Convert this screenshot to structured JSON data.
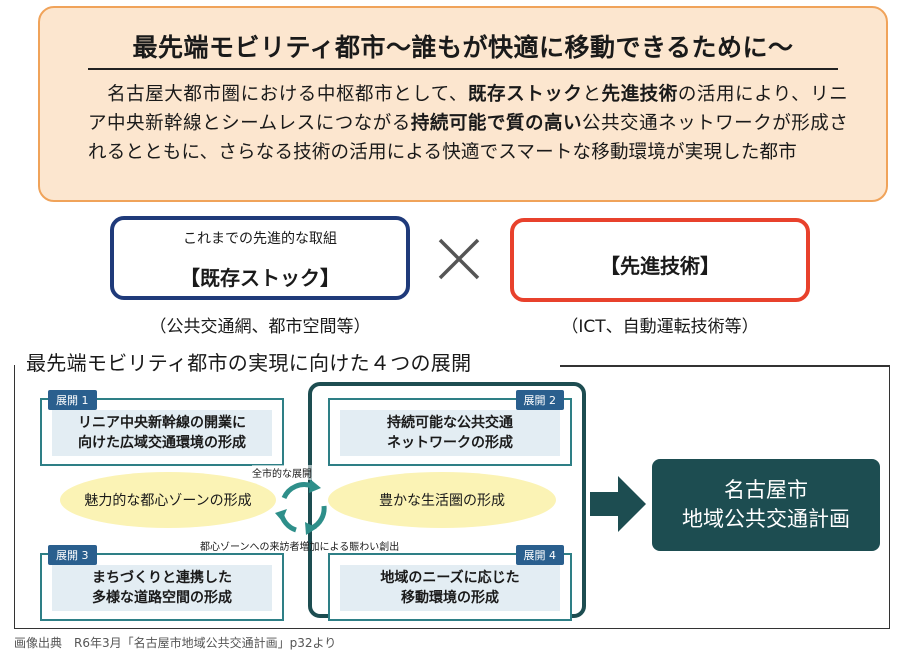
{
  "vision": {
    "title": "最先端モビリティ都市～誰もが快適に移動できるために～",
    "body_segments": [
      {
        "text": "　名古屋大都市圏における中枢都市として、",
        "bold": false
      },
      {
        "text": "既存ストック",
        "bold": true
      },
      {
        "text": "と",
        "bold": false
      },
      {
        "text": "先進技術",
        "bold": true
      },
      {
        "text": "の活用により、リニア中央新幹線とシームレスにつながる",
        "bold": false
      },
      {
        "text": "持続可能で質の高い",
        "bold": true
      },
      {
        "text": "公共交通ネットワークが形成されるとともに、さらなる技術の活用による快適でスマートな移動環境が実現した都市",
        "bold": false
      }
    ]
  },
  "stock": {
    "sub": "これまでの先進的な取組",
    "main": "【既存ストック】",
    "caption": "（公共交通網、都市空間等）"
  },
  "tech": {
    "main": "【先進技術】",
    "caption": "（ICT、自動運転技術等）"
  },
  "section_title": "最先端モビリティ都市の実現に向けた４つの展開",
  "developments": [
    {
      "tag": "展開 1",
      "line1": "リニア中央新幹線の開業に",
      "line2": "向けた広域交通環境の形成"
    },
    {
      "tag": "展開 2",
      "line1": "持続可能な公共交通",
      "line2": "ネットワークの形成"
    },
    {
      "tag": "展開 3",
      "line1": "まちづくりと連携した",
      "line2": "多様な道路空間の形成"
    },
    {
      "tag": "展開 4",
      "line1": "地域のニーズに応じた",
      "line2": "移動環境の形成"
    }
  ],
  "zones": {
    "left": "魅力的な都心ゾーンの形成",
    "right": "豊かな生活圏の形成"
  },
  "cycle": {
    "top_label": "全市的な展開",
    "bottom_label": "都心ゾーンへの来訪者増加による賑わい創出"
  },
  "plan": {
    "line1": "名古屋市",
    "line2": "地域公共交通計画"
  },
  "source": "画像出典　R6年3月「名古屋市地域公共交通計画」p32より",
  "colors": {
    "vision_bg": "#fce6cf",
    "vision_border": "#f0a35a",
    "stock_border": "#1f3a7a",
    "tech_border": "#e8412c",
    "teal_dark": "#1d4d51",
    "teal": "#2e7f86",
    "tag_blue": "#2a5f8e",
    "zone_yellow": "#fbf3b5"
  },
  "icons": {
    "times": "multiplication-icon",
    "cycle": "cycle-arrows-icon",
    "arrow": "right-arrow-icon"
  }
}
